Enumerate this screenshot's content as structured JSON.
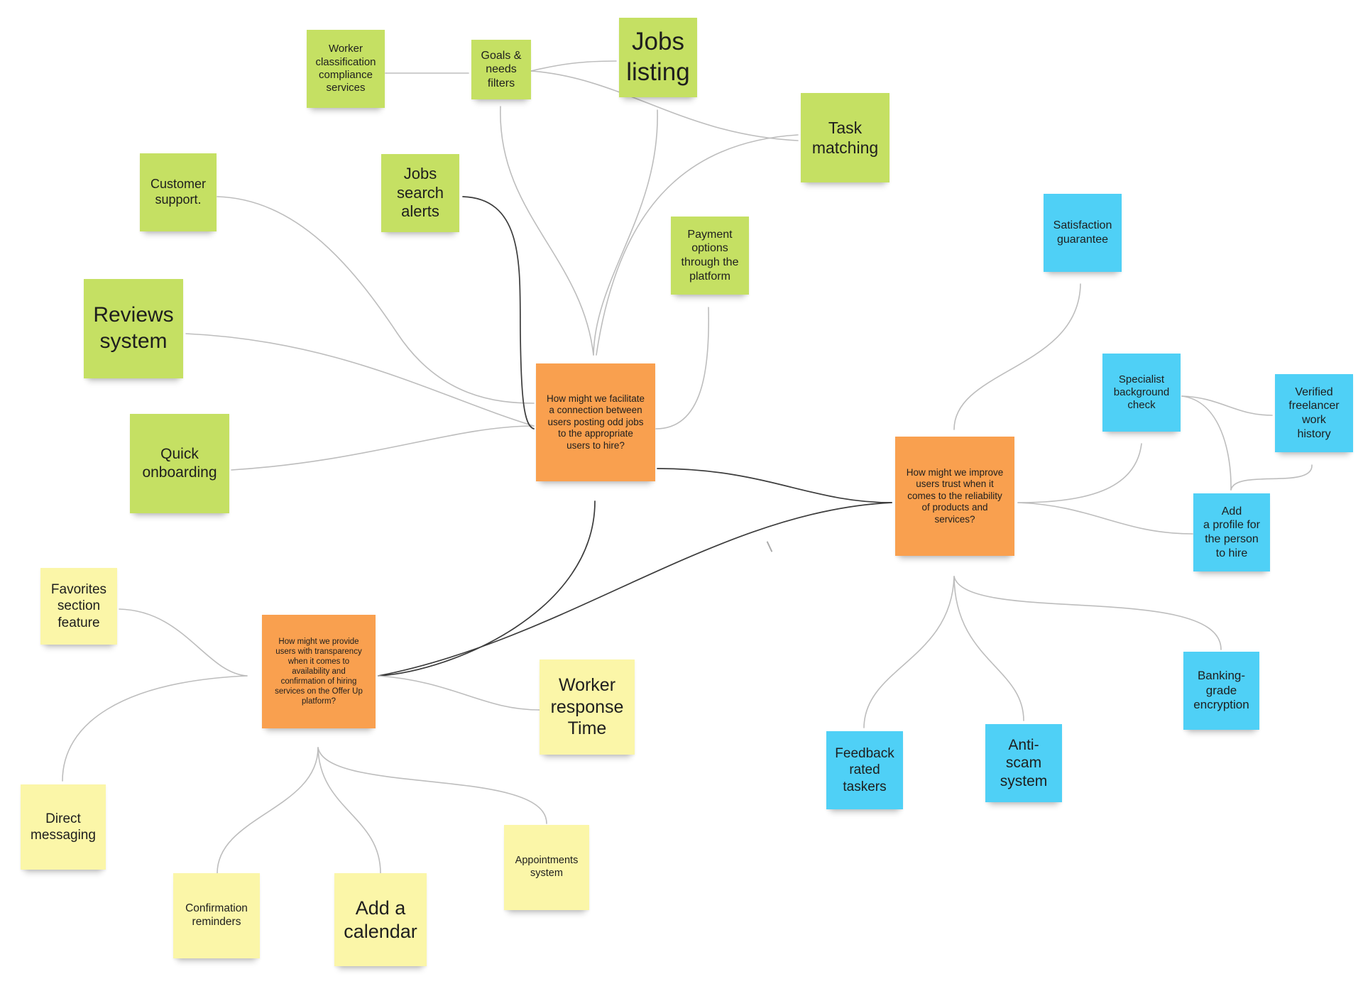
{
  "colors": {
    "green": "#c5e063",
    "yellow": "#fbf6a8",
    "orange": "#f9a04f",
    "blue": "#4fd0f6",
    "connector": "#bdbdbd",
    "connector_dark": "#3c3c3c"
  },
  "hubs": {
    "connection": "How might we facilitate a connection between users posting odd jobs to the appropriate users to hire?",
    "trust": "How might we improve users trust when it comes to the reliability of products and services?",
    "transparency": "How might we provide users with transparency when it comes to availability and confirmation of hiring services on the Offer Up platform?"
  },
  "green_notes": {
    "worker_classification": "Worker\nclassification\ncompliance\nservices",
    "goals_needs": "Goals &\nneeds\nfilters",
    "jobs_listing": "Jobs\nlisting",
    "task_matching": "Task\nmatching",
    "customer_support": "Customer\nsupport.",
    "jobs_search_alerts": "Jobs\nsearch\nalerts",
    "payment_options": "Payment\noptions\nthrough the\nplatform",
    "reviews_system": "Reviews\nsystem",
    "quick_onboarding": "Quick\nonboarding"
  },
  "blue_notes": {
    "satisfaction_guarantee": "Satisfaction\nguarantee",
    "specialist_background": "Specialist\nbackground\ncheck",
    "verified_freelancer": "Verified\nfreelancer\nwork\nhistory",
    "add_profile": "Add\na profile for\nthe person\nto hire",
    "banking_encryption": "Banking-\ngrade\nencryption",
    "feedback_rated": "Feedback\nrated\ntaskers",
    "anti_scam": "Anti-\nscam\nsystem"
  },
  "yellow_notes": {
    "favorites_section": "Favorites\nsection\nfeature",
    "worker_response": "Worker\nresponse\nTime",
    "direct_messaging": "Direct\nmessaging",
    "confirmation_reminders": "Confirmation\nreminders",
    "add_calendar": "Add a\ncalendar",
    "appointments_system": "Appointments\nsystem"
  }
}
